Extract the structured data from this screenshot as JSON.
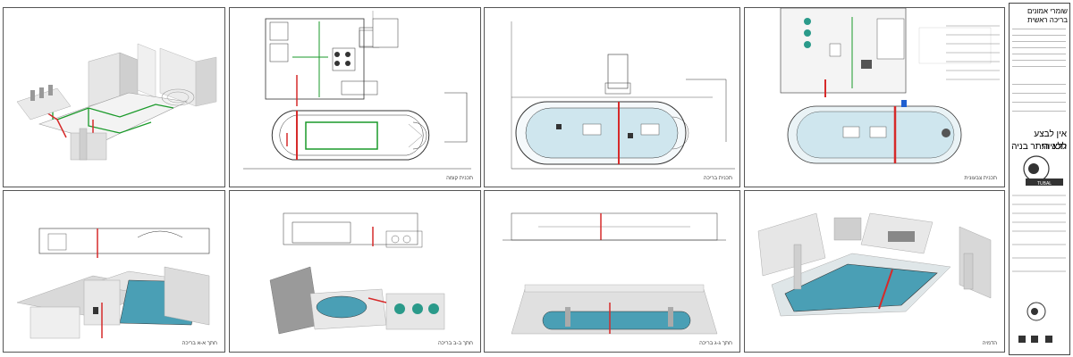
{
  "title_block": {
    "project_line1": "שומרי אמונים",
    "project_line2": "בריכה ראשית",
    "warning_line1": "אין לבצע תכניות",
    "warning_line2": "ללא היתר בניה",
    "company": "TUBAL ENGINEERING"
  },
  "panels": [
    {
      "id": "iso-3d-top",
      "caption": ""
    },
    {
      "id": "plan-lower",
      "caption": "תכנית קומה"
    },
    {
      "id": "plan-pool",
      "caption": "תכנית בריכה"
    },
    {
      "id": "plan-color",
      "caption": "תכנית צבעונית"
    },
    {
      "id": "section-a",
      "caption": "חתך א-א בריכה"
    },
    {
      "id": "section-b",
      "caption": "חתך ב-ב בריכה"
    },
    {
      "id": "section-c",
      "caption": "חתך ג-ג בריכה"
    },
    {
      "id": "render-3d",
      "caption": "הדמיה"
    }
  ],
  "colors": {
    "pool_water": "#cfe6ee",
    "pool_3d": "#4a9fb5",
    "pipe_red": "#d62a2a",
    "pipe_green": "#1a9a2a",
    "wall_gray": "#d9d9d9",
    "line": "#333333"
  }
}
